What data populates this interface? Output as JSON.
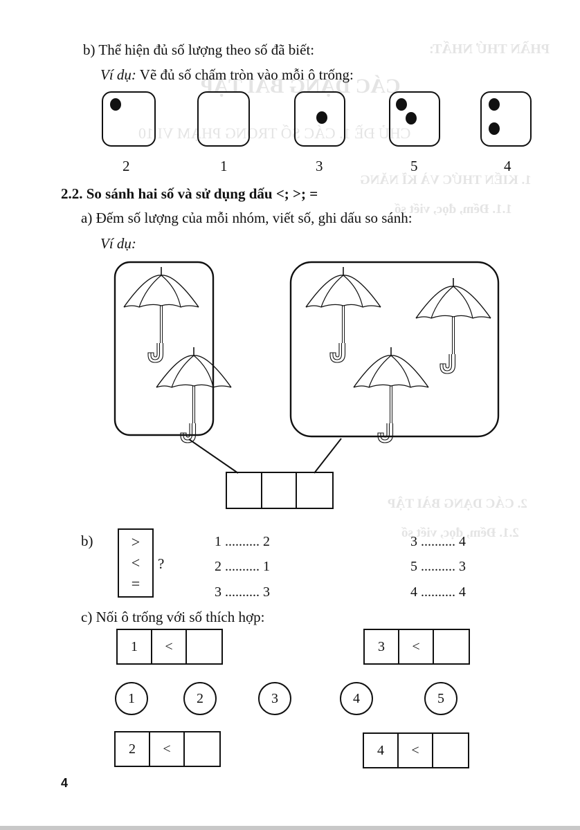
{
  "section_b_count": {
    "title": "b) Thể hiện đủ số lượng theo số đã biết:",
    "example_label": "Ví dụ:",
    "example_text": " Vẽ đủ số chấm tròn vào mỗi ô trống:",
    "boxes": [
      {
        "number": "2",
        "dots": 1
      },
      {
        "number": "1",
        "dots": 0
      },
      {
        "number": "3",
        "dots": 1
      },
      {
        "number": "5",
        "dots": 2
      },
      {
        "number": "4",
        "dots": 2
      }
    ]
  },
  "section_2_2": {
    "heading": "2.2. So sánh hai số và sử dụng dấu <; >; =",
    "part_a": {
      "title": "a) Đếm số lượng của mỗi nhóm, viết số, ghi dấu so sánh:",
      "example_label": "Ví dụ:",
      "groups": [
        {
          "name": "left-group",
          "umbrella_count": 2
        },
        {
          "name": "right-group",
          "umbrella_count": 3
        }
      ],
      "answer_cells": [
        "",
        "",
        ""
      ]
    },
    "part_b": {
      "label": "b)",
      "signs": [
        ">",
        "<",
        "="
      ],
      "question_mark": "?",
      "comparisons_left": [
        "1 .......... 2",
        "2 .......... 1",
        "3 .......... 3"
      ],
      "comparisons_right": [
        "3 .......... 4",
        "5 .......... 3",
        "4 .......... 4"
      ]
    },
    "part_c": {
      "title": "c) Nối ô trống với số thích hợp:",
      "rows": [
        {
          "cells": [
            "1",
            "<",
            ""
          ]
        },
        {
          "cells": [
            "3",
            "<",
            ""
          ]
        },
        {
          "cells": [
            "2",
            "<",
            ""
          ]
        },
        {
          "cells": [
            "4",
            "<",
            ""
          ]
        }
      ],
      "circles": [
        "1",
        "2",
        "3",
        "4",
        "5"
      ]
    }
  },
  "page_number": "4",
  "bleed_through": {
    "lines": [
      "PHẦN THỨ NHẤT:",
      "CÁC DẠNG BÀI TẬP",
      "CHỦ ĐỀ 1. CÁC SỐ TRONG PHẠM VI 10",
      "1. KIẾN THỨC VÀ KĨ NĂNG",
      "1.1. Đếm, đọc, viết số",
      "2. CÁC DẠNG BÀI TẬP",
      "2.1. Đếm, đọc, viết số"
    ]
  }
}
